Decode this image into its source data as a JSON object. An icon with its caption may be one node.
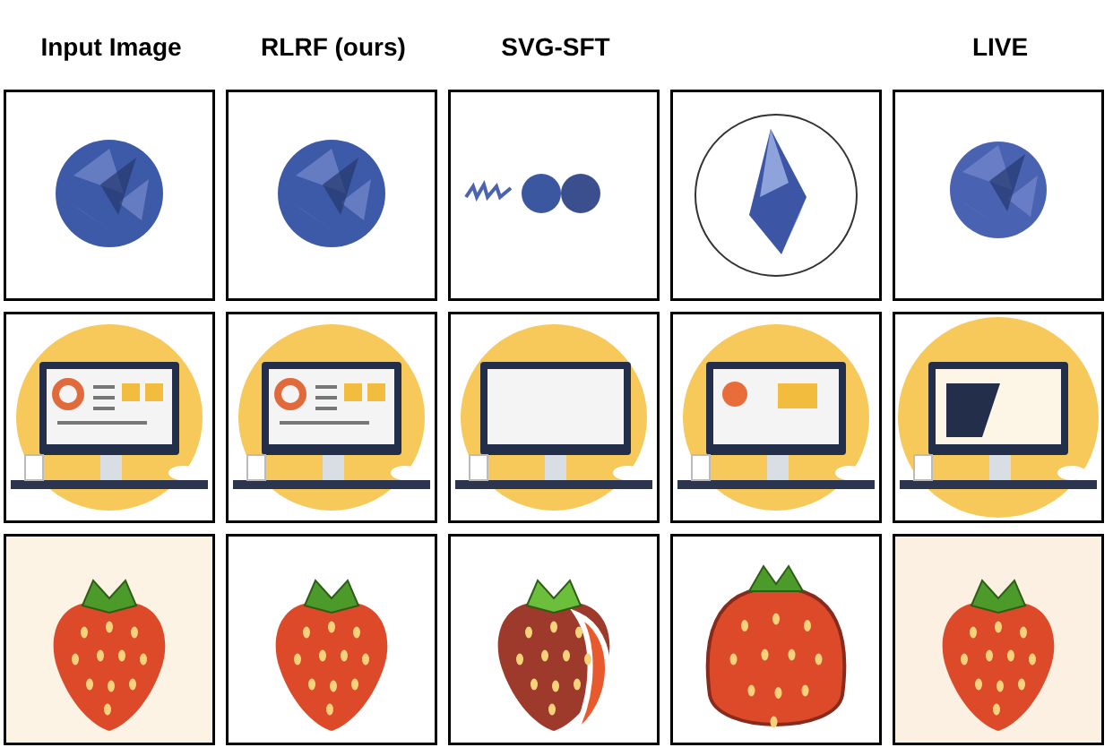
{
  "diagram": {
    "labels": [
      "Input Image",
      "RLRF (ours)",
      "SVG-SFT",
      "LIVE"
    ]
  }
}
